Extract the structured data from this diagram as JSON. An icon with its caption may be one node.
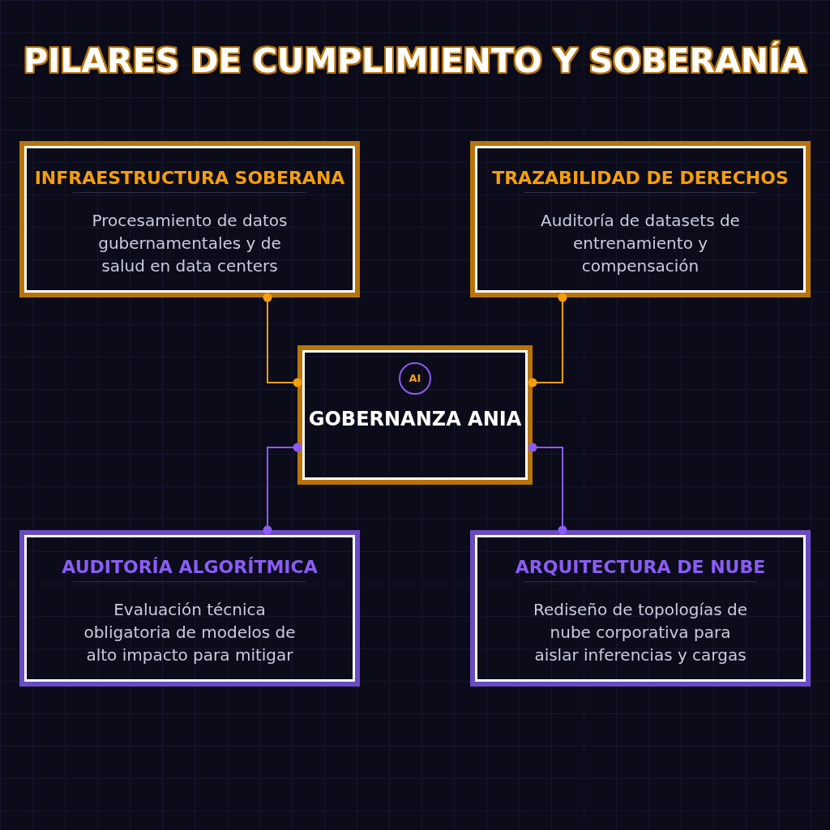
{
  "diagram": {
    "title": "PILARES DE CUMPLIMIENTO Y SOBERANÍA",
    "nodes": [
      {
        "text": [
          "INFRAESTRUCTURA SOBERANA",
          "Procesamiento de datos gubernamentales y de salud en data centers"
        ]
      },
      {
        "text": [
          "TRAZABILIDAD DE DERECHOS",
          "Auditoría de datasets de entrenamiento y compensación"
        ]
      },
      {
        "text": [
          "GOBERNANZA ANIA"
        ]
      },
      {
        "text": [
          "AI"
        ],
        "in": 2
      },
      {
        "text": [
          "AUDITORÍA ALGORÍTMICA",
          "Evaluación técnica obligatoria de modelos de alto impacto para mitigar"
        ]
      },
      {
        "text": [
          "ARQUITECTURA DE NUBE",
          "Rediseño de topologías de nube corporativa para aislar inferencias y cargas"
        ]
      }
    ],
    "edges": [
      {
        "from": 2,
        "to": 0,
        "arrow": "other",
        "color": "#f59e0b"
      },
      {
        "from": 2,
        "to": 1,
        "arrow": "other",
        "color": "#f59e0b"
      },
      {
        "from": 2,
        "to": 4,
        "arrow": "other",
        "color": "#8b5cf6"
      },
      {
        "from": 2,
        "to": 5,
        "arrow": "other",
        "color": "#8b5cf6"
      }
    ]
  }
}
